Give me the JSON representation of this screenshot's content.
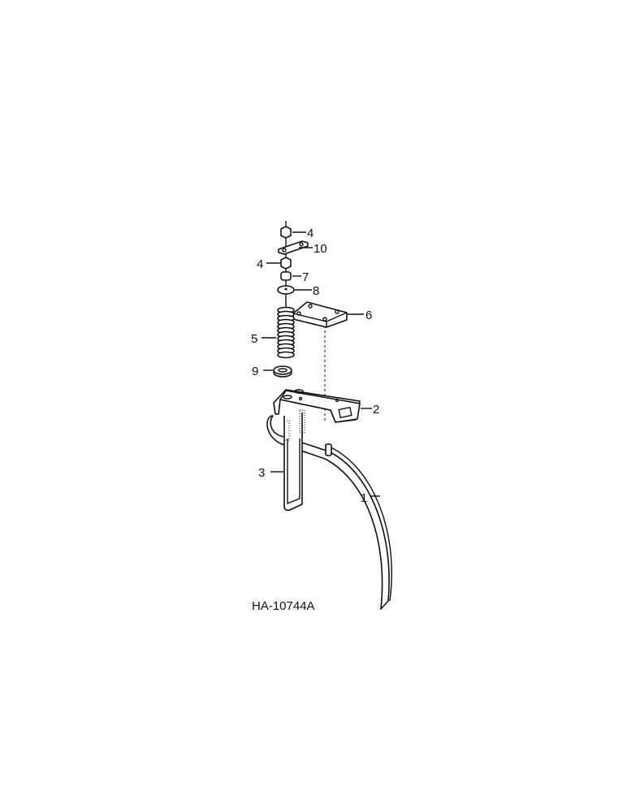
{
  "diagram": {
    "type": "exploded parts diagram",
    "callouts": [
      {
        "part": "4",
        "label": "4"
      },
      {
        "part": "10",
        "label": "10"
      },
      {
        "part": "4",
        "label": "4"
      },
      {
        "part": "7",
        "label": "7"
      },
      {
        "part": "8",
        "label": "8"
      },
      {
        "part": "6",
        "label": "6"
      },
      {
        "part": "5",
        "label": "5"
      },
      {
        "part": "9",
        "label": "9"
      },
      {
        "part": "2",
        "label": "2"
      },
      {
        "part": "3",
        "label": "3"
      },
      {
        "part": "1",
        "label": "1"
      }
    ],
    "drawing_code": "HA-10744A",
    "line_color": "#111111",
    "background": "#ffffff"
  }
}
